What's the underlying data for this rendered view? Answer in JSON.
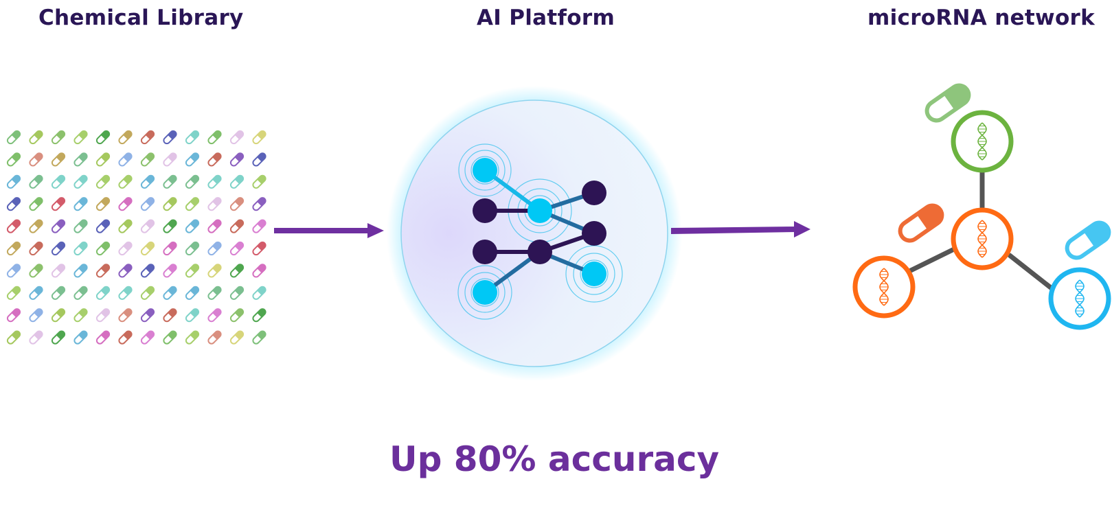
{
  "headings": {
    "chemical_library": "Chemical Library",
    "ai_platform": "AI Platform",
    "microrna_network": "microRNA network"
  },
  "footer": {
    "accuracy": "Up 80% accuracy"
  },
  "colors": {
    "heading": "#2a1656",
    "accent_purple": "#6b2f9c",
    "arrow": "#6e2fa0",
    "node_dark": "#2d1454",
    "node_cyan": "#00c8f5",
    "hub_green": "#6cb33f",
    "hub_orange": "#ff6a13",
    "hub_blue": "#1fb6f0",
    "connector": "#555555"
  },
  "pill_palette": [
    "#7ec07a",
    "#5a62b8",
    "#8fb2e6",
    "#a5c85e",
    "#7fd3c9",
    "#d97fd1",
    "#8cc16c",
    "#7fbf6a",
    "#d35b6a",
    "#a7cf6b",
    "#e1c3e6",
    "#d98f7f",
    "#4fa64f",
    "#d7d57a",
    "#6ab6d8",
    "#c2a85c",
    "#d56ec0",
    "#8a5fbf",
    "#c86b5c",
    "#7bbf90"
  ],
  "icons": {
    "pill": "pill-icon",
    "arrow": "arrow-right-icon",
    "dna": "dna-helix-icon",
    "network": "neural-network-icon"
  }
}
